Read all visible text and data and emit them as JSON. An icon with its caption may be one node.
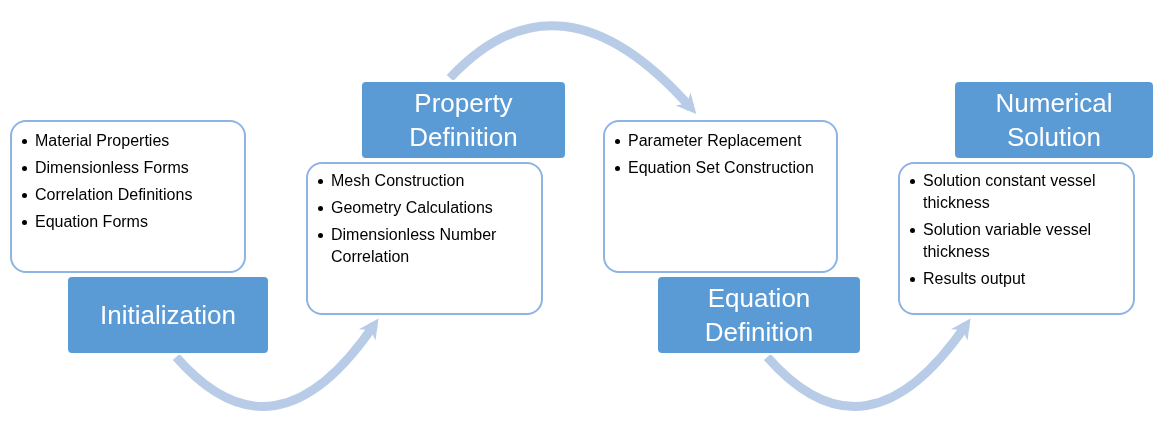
{
  "diagram": {
    "nodes": [
      {
        "text": [
          "Material Properties",
          "Dimensionless Forms",
          "Correlation Definitions",
          "Equation Forms"
        ]
      },
      {
        "text": [
          "Initialization"
        ]
      },
      {
        "text": [
          "Property Definition"
        ]
      },
      {
        "text": [
          "Mesh Construction",
          "Geometry Calculations",
          "Dimensionless Number Correlation"
        ]
      },
      {
        "text": [
          "Parameter Replacement",
          "Equation Set Construction"
        ]
      },
      {
        "text": [
          "Equation Definition"
        ]
      },
      {
        "text": [
          "Numerical Solution"
        ]
      },
      {
        "text": [
          "Solution constant vessel thickness",
          "Solution variable vessel thickness",
          "Results output"
        ]
      }
    ],
    "edges": [
      {
        "from": 1,
        "to": 3,
        "arrow": "to"
      },
      {
        "from": 2,
        "to": 4,
        "arrow": "to"
      },
      {
        "from": 5,
        "to": 7,
        "arrow": "to"
      }
    ]
  }
}
